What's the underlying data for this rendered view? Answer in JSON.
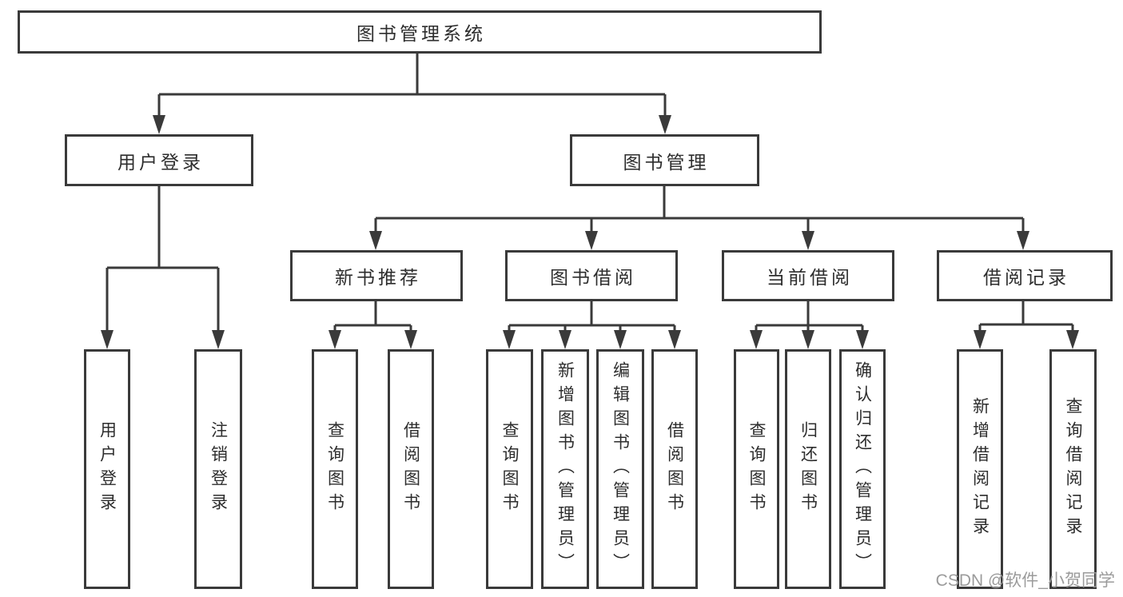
{
  "tree": {
    "root": {
      "label": "图书管理系统"
    },
    "branches": [
      {
        "label": "用户登录",
        "children": [
          {
            "label": "用户登录"
          },
          {
            "label": "注销登录"
          }
        ]
      },
      {
        "label": "图书管理",
        "children": [
          {
            "label": "新书推荐",
            "children": [
              {
                "label": "查询图书"
              },
              {
                "label": "借阅图书"
              }
            ]
          },
          {
            "label": "图书借阅",
            "children": [
              {
                "label": "查询图书"
              },
              {
                "label": "新增图书（管理员）"
              },
              {
                "label": "编辑图书（管理员）"
              },
              {
                "label": "借阅图书"
              }
            ]
          },
          {
            "label": "当前借阅",
            "children": [
              {
                "label": "查询图书"
              },
              {
                "label": "归还图书"
              },
              {
                "label": "确认归还（管理员）"
              }
            ]
          },
          {
            "label": "借阅记录",
            "children": [
              {
                "label": "新增借阅记录"
              },
              {
                "label": "查询借阅记录"
              }
            ]
          }
        ]
      }
    ]
  },
  "watermark": {
    "text": "CSDN @软件_小贺同学"
  },
  "colors": {
    "line": "#3a3a3a",
    "text": "#2d2d2d",
    "watermark": "#9b9b9b",
    "background": "#ffffff"
  }
}
